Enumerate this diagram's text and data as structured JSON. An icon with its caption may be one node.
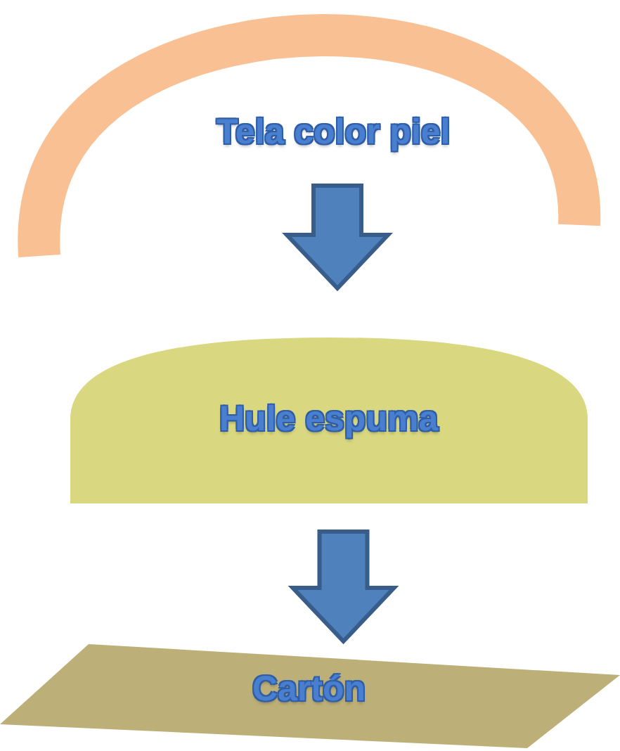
{
  "diagram": {
    "nodes": [
      {
        "text": [
          "Tela color piel"
        ]
      },
      {
        "text": [
          "Hule espuma"
        ]
      },
      {
        "text": [
          "Cartón"
        ]
      }
    ],
    "edges": [
      {
        "from": 0,
        "to": 1,
        "arrow": "to"
      },
      {
        "from": 1,
        "to": 2,
        "arrow": "to"
      }
    ]
  }
}
